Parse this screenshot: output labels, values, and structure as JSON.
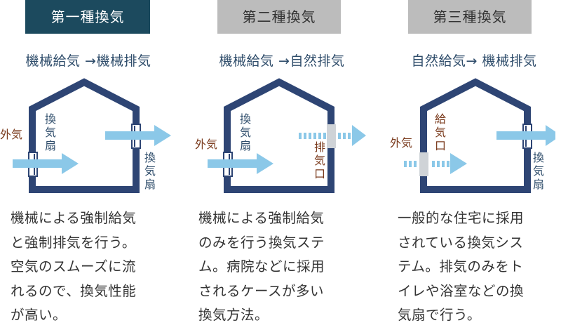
{
  "colors": {
    "house": "#2e4574",
    "title_active_bg": "#1c4a5e",
    "title_inactive_bg": "#bcbcbc",
    "title_inactive_text": "#333333",
    "arrow": "#8bc8e8",
    "label_blue": "#2f4d6b",
    "label_brown": "#7a3a1c",
    "vent": "#cfd3d7",
    "text": "#333333"
  },
  "panels": [
    {
      "title": "第一種換気",
      "subtitle": "機械給気 →機械排気",
      "labels": {
        "outside": "外気",
        "intake": "換気扇",
        "exhaust": "換気扇"
      },
      "description": [
        "機械による強制給気",
        "と強制排気を行う。",
        "空気のスムーズに流",
        "れるので、換気性能",
        "が高い。"
      ]
    },
    {
      "title": "第二種換気",
      "subtitle": "機械給気 →自然排気",
      "labels": {
        "outside": "外気",
        "intake": "換気扇",
        "exhaust": "排気口"
      },
      "description": [
        "機械による強制給気",
        "のみを行う換気ステ",
        "ム。病院などに採用",
        "されるケースが多い",
        "換気方法。"
      ]
    },
    {
      "title": "第三種換気",
      "subtitle": "自然給気→ 機械排気",
      "labels": {
        "outside": "外気",
        "intake": "給気口",
        "exhaust": "換気扇"
      },
      "description": [
        "一般的な住宅に採用",
        "されている換気シス",
        "テム。排気のみをト",
        "イレや浴室などの換",
        "気扇で行う。"
      ]
    }
  ]
}
